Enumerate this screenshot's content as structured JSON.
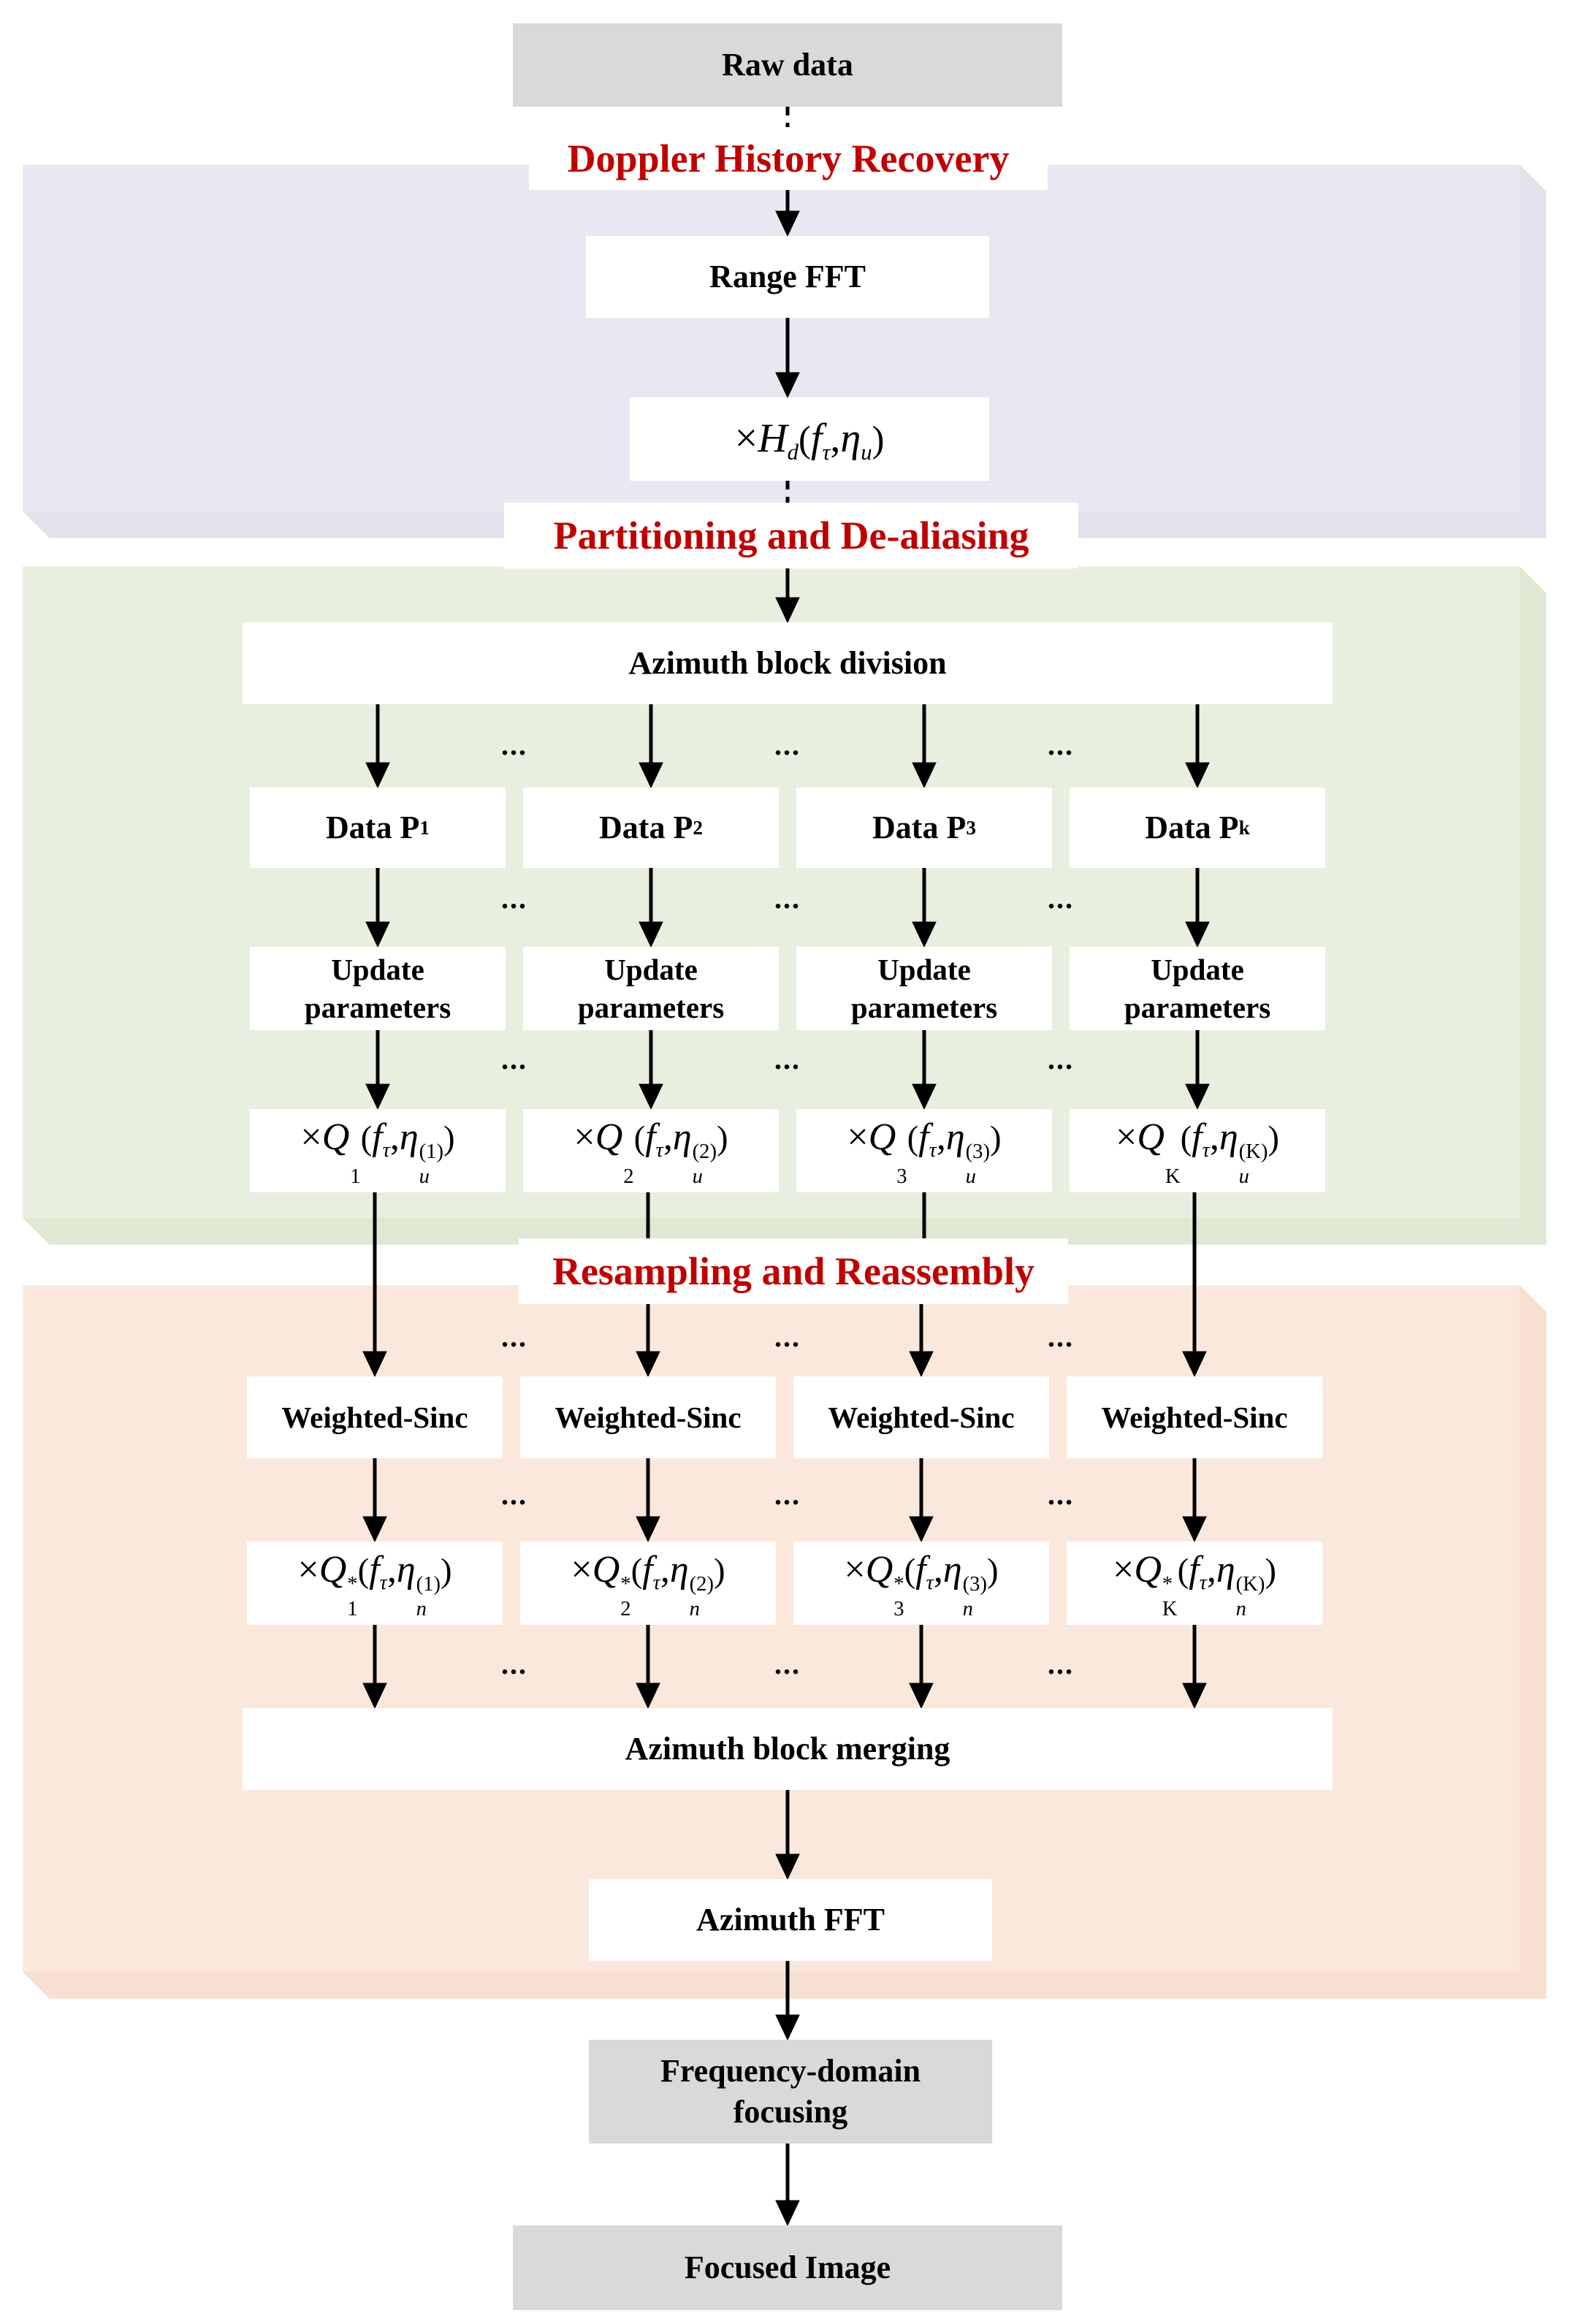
{
  "stages": {
    "doppler": "Doppler History Recovery",
    "partition": "Partitioning and De-aliasing",
    "resample": "Resampling and Reassembly"
  },
  "nodes": {
    "raw_data": "Raw data",
    "range_fft": "Range FFT",
    "azimuth_division": "Azimuth block division",
    "update_parameters": "Update parameters",
    "weighted_sinc": "Weighted-Sinc",
    "azimuth_merging": "Azimuth block merging",
    "azimuth_fft": "Azimuth FFT",
    "freq_focusing": "Frequency-domain focusing",
    "focused_image": "Focused Image"
  },
  "data_blocks": [
    "Data P",
    "Data P",
    "Data P",
    "Data P"
  ],
  "data_subscripts": [
    "1",
    "2",
    "3",
    "k"
  ],
  "q_subscripts": [
    "1",
    "2",
    "3",
    "K"
  ],
  "q_superscripts": [
    "(1)",
    "(2)",
    "(3)",
    "(K)"
  ],
  "ellipsis": "...",
  "colors": {
    "stage_label": "#c00000",
    "grey_box": "#d9d9d9",
    "panel_doppler": "#e9e7f1",
    "panel_partition": "#e8efdf",
    "panel_resample": "#fbe8dc"
  }
}
